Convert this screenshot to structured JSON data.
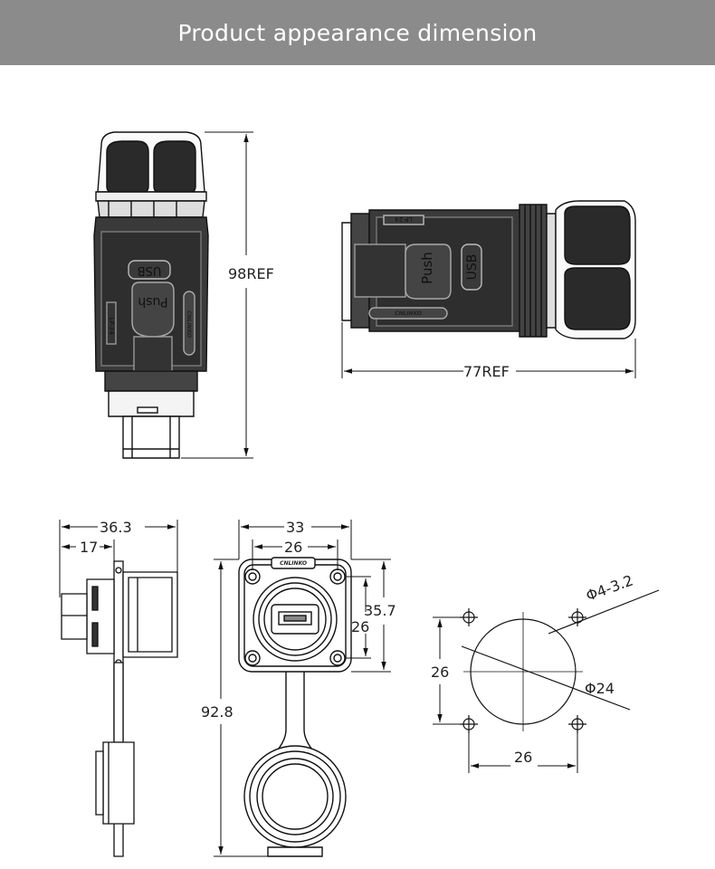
{
  "header": {
    "title": "Product appearance dimension"
  },
  "dimensions": {
    "height_ref": "98REF",
    "length_ref": "77REF",
    "side_depth": "36.3",
    "side_flange": "17",
    "front_outer_width": "33",
    "front_hole_width": "26",
    "front_outer_height": "35.7",
    "front_hole_height": "26",
    "total_height": "92.8",
    "cutout_hole_dia": "Φ4-3.2",
    "cutout_dia": "Φ24",
    "cutout_vertical": "26",
    "cutout_horizontal": "26"
  },
  "labels": {
    "usb": "USB",
    "push": "Push",
    "model": "LP-24",
    "brand": "CNLINKO"
  }
}
